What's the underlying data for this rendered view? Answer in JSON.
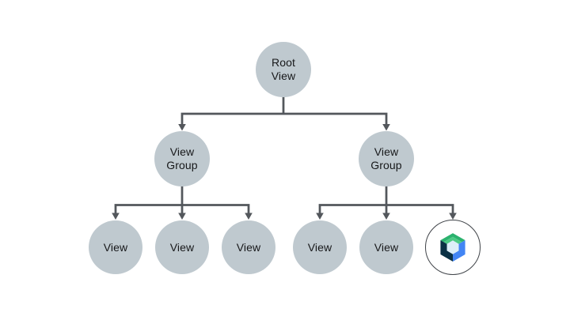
{
  "colors": {
    "background": "#ffffff",
    "node_fill": "#bfc9cf",
    "node_text": "#17181a",
    "connector": "#53575c",
    "logo_circle_fill": "#ffffff",
    "logo_circle_stroke": "#3f4348",
    "logo_green_dark": "#2bb26e",
    "logo_green_light": "#4ccb85",
    "logo_blue": "#4285f4",
    "logo_navy": "#0b3145",
    "logo_center_fill": "#dceef8"
  },
  "tree": {
    "root": {
      "label": "Root View"
    },
    "level2": [
      {
        "label": "View Group"
      },
      {
        "label": "View Group"
      }
    ],
    "level3_left": [
      {
        "label": "View"
      },
      {
        "label": "View"
      },
      {
        "label": "View"
      }
    ],
    "level3_right": [
      {
        "label": "View"
      },
      {
        "label": "View"
      },
      {
        "icon": "jetpack-compose-logo"
      }
    ]
  }
}
